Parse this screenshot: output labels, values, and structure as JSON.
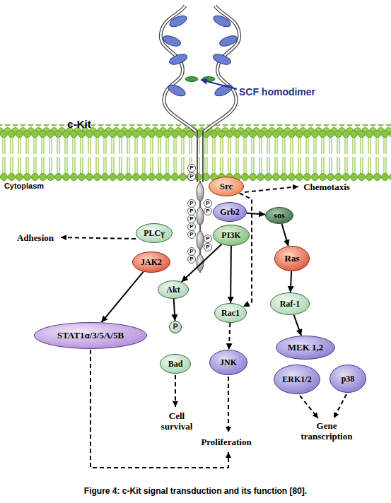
{
  "diagram": {
    "caption": "Figure 4: c-Kit signal transduction and its function [80].",
    "nodes": [
      {
        "text": [
          "P"
        ]
      },
      {
        "text": [
          "P"
        ]
      },
      {
        "text": [
          "P"
        ]
      },
      {
        "text": [
          "P"
        ]
      },
      {
        "text": [
          "P"
        ]
      },
      {
        "text": [
          "P"
        ]
      },
      {
        "text": [
          "P"
        ]
      },
      {
        "text": [
          "P"
        ]
      },
      {
        "text": [
          "P"
        ]
      },
      {
        "text": [
          "P"
        ]
      },
      {
        "text": [
          "P"
        ]
      },
      {
        "text": [
          "P"
        ]
      },
      {
        "text": [
          "P"
        ]
      },
      {
        "text": [
          "Src"
        ]
      },
      {
        "text": [
          "Grb2"
        ]
      },
      {
        "text": [
          "sos"
        ]
      },
      {
        "text": [
          "PLCγ"
        ]
      },
      {
        "text": [
          "PI3K"
        ]
      },
      {
        "text": [
          "JAK2"
        ]
      },
      {
        "text": [
          "Ras"
        ]
      },
      {
        "text": [
          "Akt"
        ]
      },
      {
        "text": [
          "Raf-1"
        ]
      },
      {
        "text": [
          "Rac1"
        ]
      },
      {
        "text": [
          "P"
        ]
      },
      {
        "text": [
          "STAT1α/3/5A/5B"
        ]
      },
      {
        "text": [
          "MEK 1,2"
        ]
      },
      {
        "text": [
          "Bad"
        ]
      },
      {
        "text": [
          "JNK"
        ]
      },
      {
        "text": [
          "ERK1/2"
        ]
      },
      {
        "text": [
          "p38"
        ]
      }
    ],
    "edges": [
      {
        "from": 14,
        "to": 15,
        "arrow": "to"
      },
      {
        "from": 15,
        "to": 19,
        "arrow": "to"
      },
      {
        "from": 19,
        "to": 21,
        "arrow": "to"
      },
      {
        "from": 21,
        "to": 25,
        "arrow": "to"
      },
      {
        "from": 17,
        "to": 20,
        "arrow": "to"
      },
      {
        "from": 17,
        "to": 22,
        "arrow": "to"
      },
      {
        "from": 13,
        "to": 22,
        "arrow": "to"
      },
      {
        "from": 20,
        "to": 23,
        "arrow": "to"
      },
      {
        "from": 22,
        "to": 27,
        "arrow": "to"
      },
      {
        "from": 18,
        "to": 24,
        "arrow": "to"
      }
    ],
    "labels": [
      "c-Kit",
      "SCF homodimer",
      "Cytoplasm",
      "Chemotaxis",
      "Adhesion",
      "Cell survival",
      "Proliferation",
      "Gene transcription"
    ]
  }
}
